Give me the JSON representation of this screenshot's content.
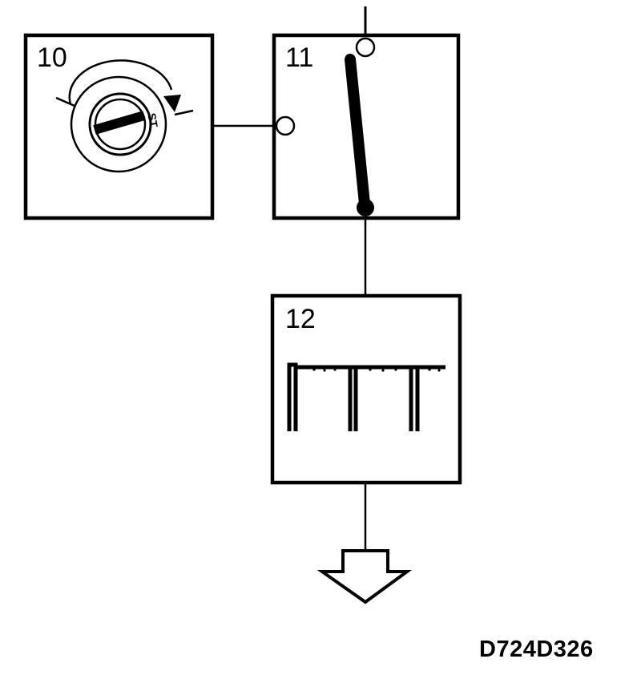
{
  "components": [
    {
      "id": "ignition-switch",
      "number": "10",
      "key_marking": "ST"
    },
    {
      "id": "relay-switch",
      "number": "11"
    },
    {
      "id": "pulse-signal",
      "number": "12"
    }
  ],
  "figure_code": "D724D326"
}
